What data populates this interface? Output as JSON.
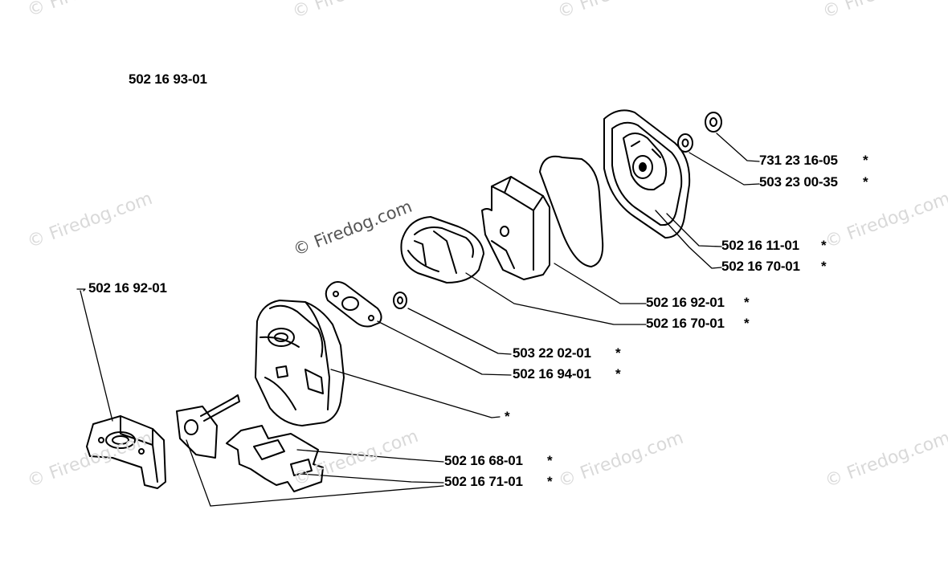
{
  "assembly_number": "502 16 93-01",
  "callouts": [
    {
      "id": "c1",
      "part": "731 23 16-05",
      "mark": "*"
    },
    {
      "id": "c2",
      "part": "503 23 00-35",
      "mark": "*"
    },
    {
      "id": "c3",
      "part": "502 16 11-01",
      "mark": "*"
    },
    {
      "id": "c4",
      "part": "502 16 70-01",
      "mark": "*"
    },
    {
      "id": "c5",
      "part": "502 16 92-01",
      "mark": "*"
    },
    {
      "id": "c6",
      "part": "502 16 70-01",
      "mark": "*"
    },
    {
      "id": "c7",
      "part": "503 22 02-01",
      "mark": "*"
    },
    {
      "id": "c8",
      "part": "502 16 94-01",
      "mark": "*"
    },
    {
      "id": "c9",
      "part": "",
      "mark": "*"
    },
    {
      "id": "c10",
      "part": "502 16 68-01",
      "mark": "*"
    },
    {
      "id": "c11",
      "part": "502 16 71-01",
      "mark": "*"
    },
    {
      "id": "c12",
      "part": "502 16 92-01",
      "mark": ""
    }
  ],
  "watermark": "© Firedog.com",
  "colors": {
    "line": "#000000",
    "watermark": "#d9d9d9",
    "watermark_dark": "#555555"
  }
}
